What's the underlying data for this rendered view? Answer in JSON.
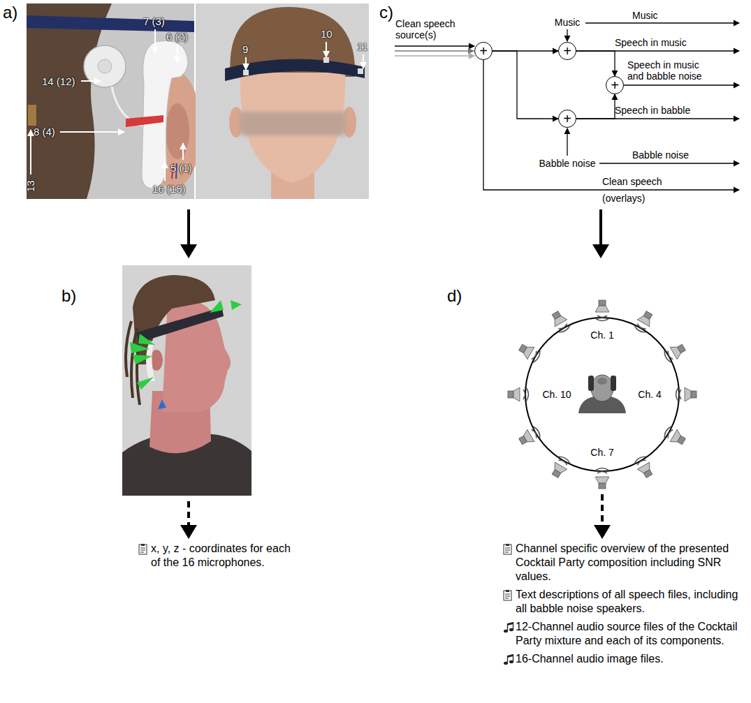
{
  "diagram": {
    "nodes": [
      {
        "text": [
          "+"
        ]
      },
      {
        "text": [
          "+"
        ]
      },
      {
        "text": [
          "+"
        ]
      },
      {
        "text": [
          "+"
        ]
      }
    ],
    "edges": [
      {
        "from": 0,
        "to": 1,
        "arrow": "to"
      },
      {
        "from": 0,
        "to": 3,
        "arrow": "to"
      },
      {
        "from": 1,
        "to": 2,
        "arrow": "to"
      },
      {
        "from": 3,
        "to": 2,
        "arrow": "to"
      }
    ],
    "labels": [
      "a)",
      "7 (3)",
      "6 (2)",
      "14 (12)",
      "8 (4)",
      "5 (1)",
      "13",
      "16 (15)",
      "9",
      "10",
      "11",
      "b)",
      "x, y, z - coordinates for each of the 16 microphones.",
      "c)",
      "Clean speech source(s)",
      "Music",
      "Music",
      "Speech in music",
      "Speech in music and babble noise",
      "Speech in babble",
      "Babble noise",
      "Babble noise",
      "Clean speech",
      "(overlays)",
      "d)",
      "Ch. 1",
      "Ch. 4",
      "Ch. 7",
      "Ch. 10",
      "Channel specific overview of the presented Cocktail Party composition including SNR values.",
      "Text descriptions of all speech files, including all babble noise speakers.",
      "12-Channel audio source files of the Cocktail Party mixture and each of its components.",
      "16-Channel audio image files."
    ]
  }
}
